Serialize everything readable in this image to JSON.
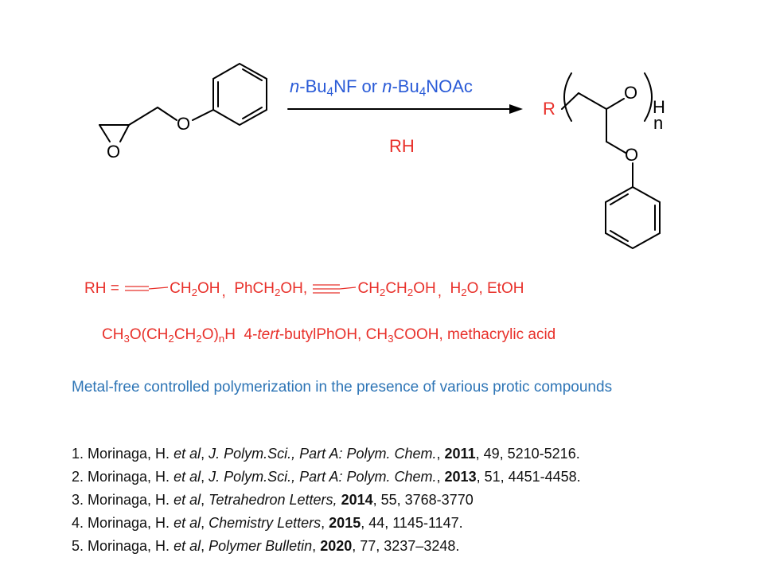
{
  "scheme": {
    "monomer_atoms": {
      "ring_oxygen": "O",
      "ether_oxygen": "O"
    },
    "initiator": {
      "prefix1": "n",
      "text1": "-Bu",
      "sub1": "4",
      "text2": "NF or ",
      "prefix2": "n",
      "text3": "-Bu",
      "sub2": "4",
      "text4": "NOAc"
    },
    "below_arrow": "RH",
    "polymer": {
      "end_group": "R",
      "backbone_oxygen": "O",
      "end_h": "H",
      "repeat_n": "n",
      "side_oxygen": "O"
    },
    "colors": {
      "reagent": "#2a5bd7",
      "red": "#e8302a",
      "bonds": "#000000"
    }
  },
  "rh_list": {
    "row1": {
      "label": "RH = ",
      "item1": {
        "a": "CH",
        "s": "2",
        "b": "OH"
      },
      "sep1": ",",
      "item2": {
        "a": "PhCH",
        "s": "2",
        "b": "OH,"
      },
      "item3": {
        "a": "CH",
        "s1": "2",
        "b": "CH",
        "s2": "2",
        "c": "OH"
      },
      "sep2": ",",
      "item4": {
        "a": "H",
        "s": "2",
        "b": "O, EtOH"
      }
    },
    "row2": {
      "item1": {
        "a": "CH",
        "s1": "3",
        "b": "O(CH",
        "s2": "2",
        "c": "CH",
        "s3": "2",
        "d": "O)",
        "s4": "n",
        "e": "H"
      },
      "item2": {
        "a": "4-",
        "i": "tert",
        "b": "-butylPhOH, CH",
        "s": "3",
        "c": "COOH, methacrylic acid"
      }
    }
  },
  "caption": "Metal-free controlled polymerization in the presence of various protic compounds",
  "references": [
    {
      "num": "1. ",
      "authors": "Morinaga, H. ",
      "etal": "et al",
      "comma": ", ",
      "journal": "J. Polym.Sci., Part A: Polym. Chem.",
      "c2": ", ",
      "year": "2011",
      "rest": ",  49, 5210-5216."
    },
    {
      "num": "2. ",
      "authors": "Morinaga, H. ",
      "etal": "et al",
      "comma": ", ",
      "journal": "J. Polym.Sci., Part A: Polym. Chem.",
      "c2": ", ",
      "year": "2013",
      "rest": ",  51, 4451-4458."
    },
    {
      "num": "3. ",
      "authors": "Morinaga, H. ",
      "etal": "et al",
      "comma": ", ",
      "journal": "Tetrahedron Letters,",
      "c2": " ",
      "year": "2014",
      "rest": ", 55, 3768-3770"
    },
    {
      "num": "4. ",
      "authors": "Morinaga, H. ",
      "etal": "et al",
      "comma": ", ",
      "journal": "Chemistry Letters",
      "c2": ", ",
      "year": "2015",
      "rest": ", 44, 1145-1147."
    },
    {
      "num": "5. ",
      "authors": "Morinaga, H. ",
      "etal": "et al",
      "comma": ", ",
      "journal": "Polymer Bulletin",
      "c2": ", ",
      "year": "2020",
      "rest": ", 77, 3237–3248."
    }
  ]
}
